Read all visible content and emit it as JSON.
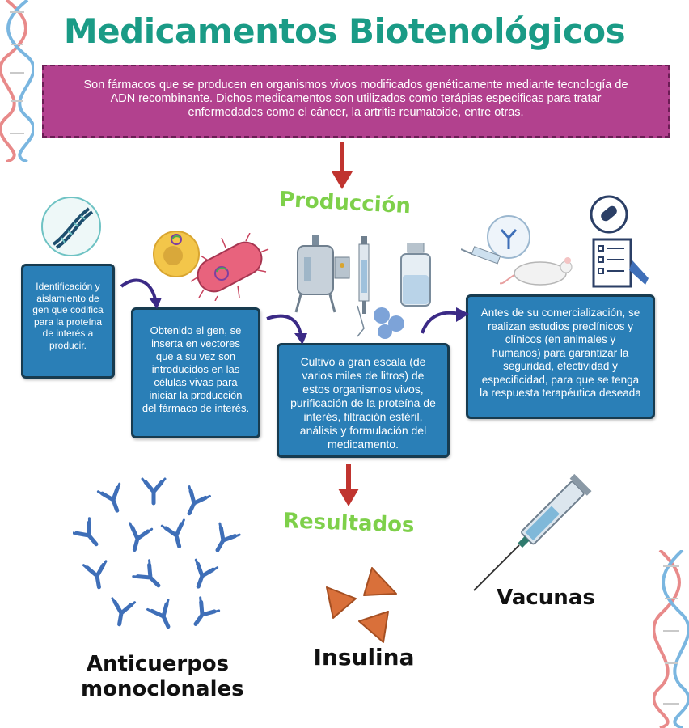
{
  "title": "Medicamentos Biotenológicos",
  "intro": "Son fármacos que se producen en organismos vivos modificados genéticamente mediante tecnología de ADN recombinante. Dichos medicamentos son utilizados como terápias especificas para tratar enfermedades como el cáncer, la artritis reumatoide, entre otras.",
  "sections": {
    "production": "Producción",
    "results": "Resultados"
  },
  "steps": [
    {
      "text": "Identificación y aislamiento de gen que codifica para la proteína de interés a producir."
    },
    {
      "text": "Obtenido el gen, se inserta en vectores que a su vez son introducidos en las células vivas para iniciar la producción del fármaco de interés."
    },
    {
      "text": "Cultivo a gran escala (de varios miles de litros) de estos organismos vivos, purificación de la proteína de interés, filtración estéril, análisis y formulación del medicamento."
    },
    {
      "text": "Antes de su comercialización, se realizan estudios preclínicos y clínicos (en animales y humanos) para garantizar la seguridad, efectividad y especificidad,  para que se tenga la respuesta terapéutica deseada"
    }
  ],
  "results": [
    {
      "label": "Anticuerpos monoclonales",
      "icon": "antibody-icon"
    },
    {
      "label": "Insulina",
      "icon": "insulin-icon"
    },
    {
      "label": "Vacunas",
      "icon": "syringe-icon"
    }
  ],
  "colors": {
    "title": "#1a9b86",
    "intro_bg": "#b2418e",
    "step_bg": "#2a7fb7",
    "step_border": "#173b4f",
    "section_label": "#7ed04a",
    "arrow_red": "#c0342f",
    "arrow_purple": "#3b2a86",
    "antibody": "#3f6fb8",
    "insulin": "#d9703a"
  }
}
